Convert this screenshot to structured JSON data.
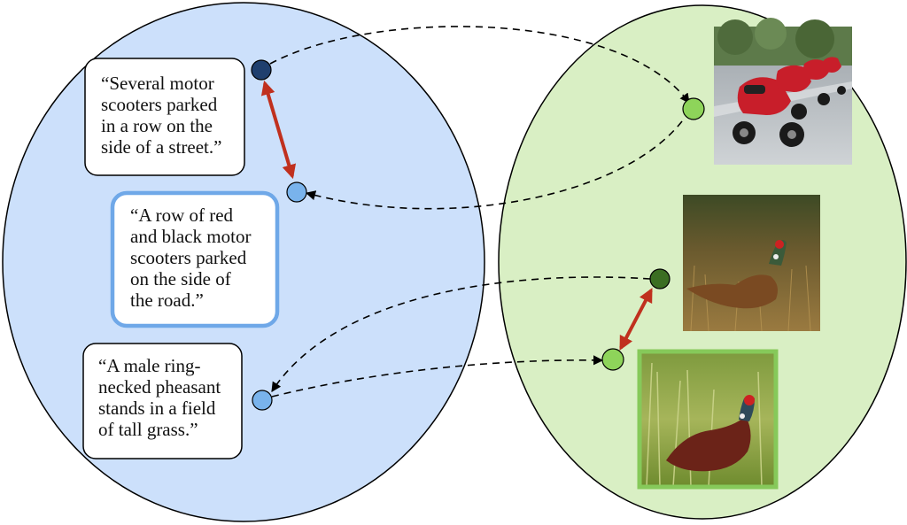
{
  "text_space": {
    "fill_color": "#cce0fb",
    "captions": [
      {
        "lines": [
          "“Several motor",
          "scooters parked",
          "in a row on the",
          "side of a street.”"
        ]
      },
      {
        "lines": [
          "“A row of red",
          "and black motor",
          "scooters parked",
          "on the side of",
          "the road.”"
        ],
        "highlight_color": "#6fa8e8"
      },
      {
        "lines": [
          "“A male ring-",
          "necked pheasant",
          "stands in a field",
          "of tall grass.”"
        ]
      }
    ],
    "point_colors": {
      "anchor": "#1f3f6e",
      "match": "#79b3ec"
    }
  },
  "image_space": {
    "fill_color": "#d9efc4",
    "images": [
      {
        "icon": "scooters-image"
      },
      {
        "icon": "pheasant-image-1"
      },
      {
        "icon": "pheasant-image-2",
        "highlight_color": "#86c95a"
      }
    ],
    "point_colors": {
      "anchor": "#3b6e22",
      "match": "#8ed45a"
    }
  },
  "arrow_colors": {
    "contrast": "#c0301e",
    "mapping": "#000000"
  }
}
